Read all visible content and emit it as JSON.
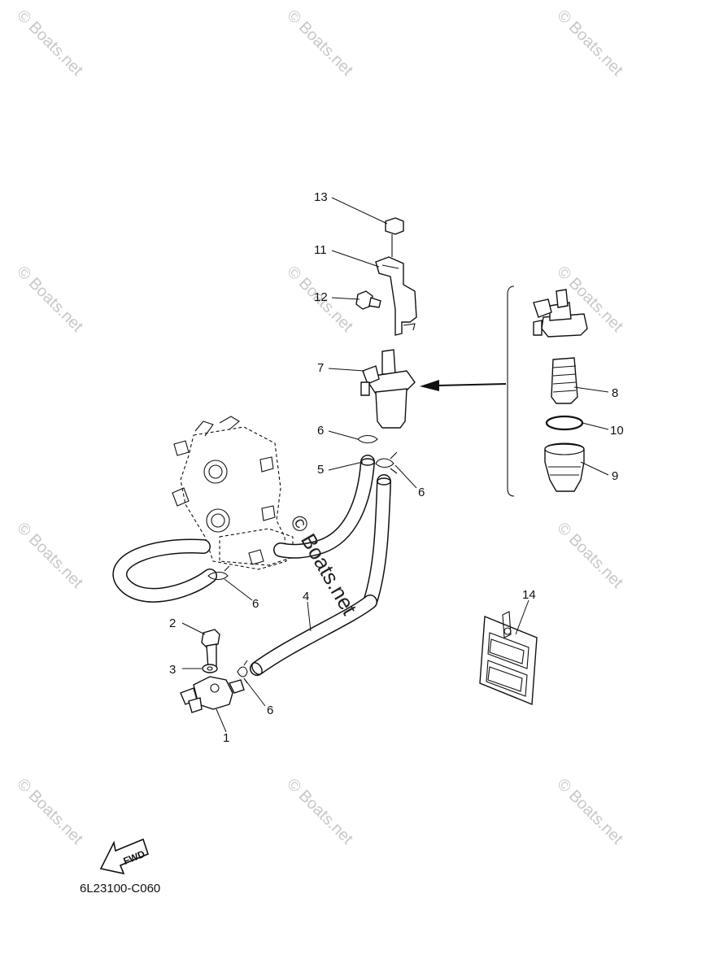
{
  "watermark": {
    "text": "© Boats.net",
    "center_text": "© Boats.net"
  },
  "callouts": {
    "p1": "1",
    "p2": "2",
    "p3": "3",
    "p4": "4",
    "p5": "5",
    "p6a": "6",
    "p6b": "6",
    "p6c": "6",
    "p6d": "6",
    "p7": "7",
    "p8": "8",
    "p9": "9",
    "p10": "10",
    "p11": "11",
    "p12": "12",
    "p13": "13",
    "p14": "14"
  },
  "fwd_label": "FWD",
  "diagram_code": "6L23100-C060"
}
